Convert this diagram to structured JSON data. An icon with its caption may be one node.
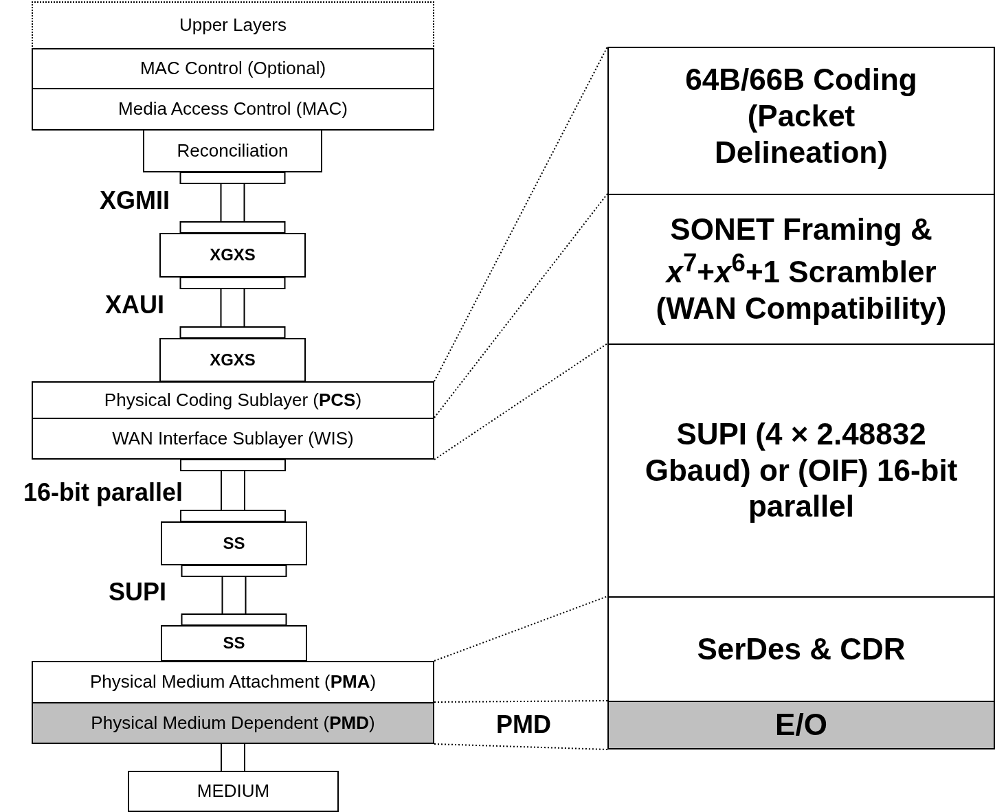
{
  "diagram": {
    "nodes": [
      {
        "text": [
          "Upper Layers"
        ]
      },
      {
        "text": [
          "MAC Control (Optional)"
        ]
      },
      {
        "text": [
          "Media Access Control (MAC)"
        ]
      },
      {
        "text": [
          "Reconciliation"
        ]
      },
      {
        "text": [
          "XGXS"
        ]
      },
      {
        "text": [
          "XGXS"
        ]
      },
      {
        "text": [
          "Physical Coding Sublayer (**PCS**)"
        ]
      },
      {
        "text": [
          "WAN Interface Sublayer (WIS)"
        ]
      },
      {
        "text": [
          "SS"
        ]
      },
      {
        "text": [
          "SS"
        ]
      },
      {
        "text": [
          "Physical Medium Attachment (**PMA**)"
        ]
      },
      {
        "text": [
          "Physical Medium Dependent (**PMD**)"
        ]
      },
      {
        "text": [
          "MEDIUM"
        ]
      },
      {
        "text": [
          "64B/66B Coding (Packet Delineation)"
        ]
      },
      {
        "text": [
          "SONET Framing & *x*$^{7}$+*x*$^{6}$+1 Scrambler (WAN Compatibility)"
        ]
      },
      {
        "text": [
          "SUPI (4 × 2.48832 Gbaud) or (OIF) 16-bit parallel"
        ]
      },
      {
        "text": [
          "SerDes & CDR"
        ]
      },
      {
        "text": [
          "E/O"
        ]
      }
    ],
    "edges": [
      {
        "from": 3,
        "to": 4,
        "arrow": "none",
        "label": "XGMII"
      },
      {
        "from": 4,
        "to": 5,
        "arrow": "none",
        "label": "XAUI"
      },
      {
        "from": 7,
        "to": 8,
        "arrow": "none",
        "label": "16-bit parallel"
      },
      {
        "from": 8,
        "to": 9,
        "arrow": "none",
        "label": "SUPI"
      },
      {
        "from": 11,
        "to": 12,
        "arrow": "none"
      },
      {
        "from": 6,
        "to": 13,
        "arrow": "none",
        "style": "dashed"
      },
      {
        "from": 7,
        "to": 14,
        "arrow": "none",
        "style": "dashed"
      },
      {
        "from": 7,
        "to": 15,
        "arrow": "none",
        "style": "dashed"
      },
      {
        "from": 10,
        "to": 16,
        "arrow": "none",
        "style": "dashed"
      },
      {
        "from": 11,
        "to": 17,
        "arrow": "none",
        "style": "dashed"
      },
      {
        "from": 11,
        "to": 17,
        "arrow": "none",
        "style": "dashed"
      }
    ],
    "labels": [
      "PMD"
    ]
  }
}
